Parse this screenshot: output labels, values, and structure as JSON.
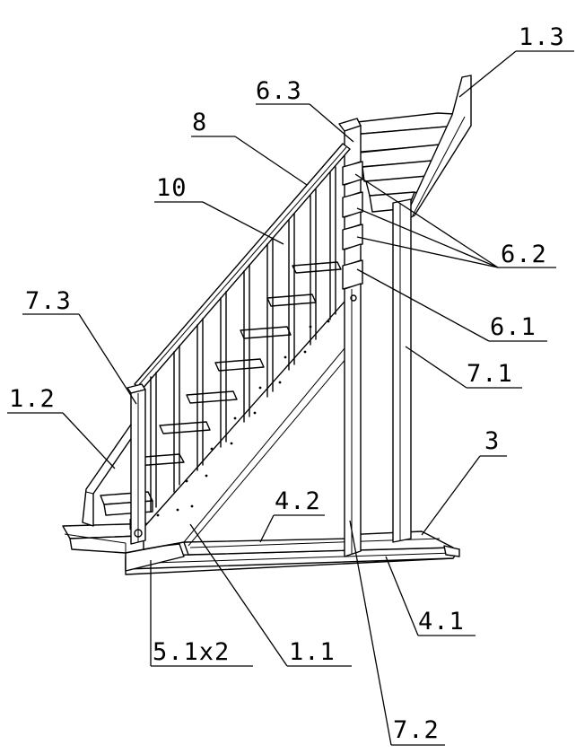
{
  "labels": {
    "l_1_3": "1.3",
    "l_6_3": "6.3",
    "l_8": "8",
    "l_10": "10",
    "l_6_2": "6.2",
    "l_6_1": "6.1",
    "l_7_3": "7.3",
    "l_7_1": "7.1",
    "l_1_2": "1.2",
    "l_3": "3",
    "l_4_2": "4.2",
    "l_5_1x2": "5.1x2",
    "l_1_1": "1.1",
    "l_4_1": "4.1",
    "l_7_2": "7.2"
  }
}
